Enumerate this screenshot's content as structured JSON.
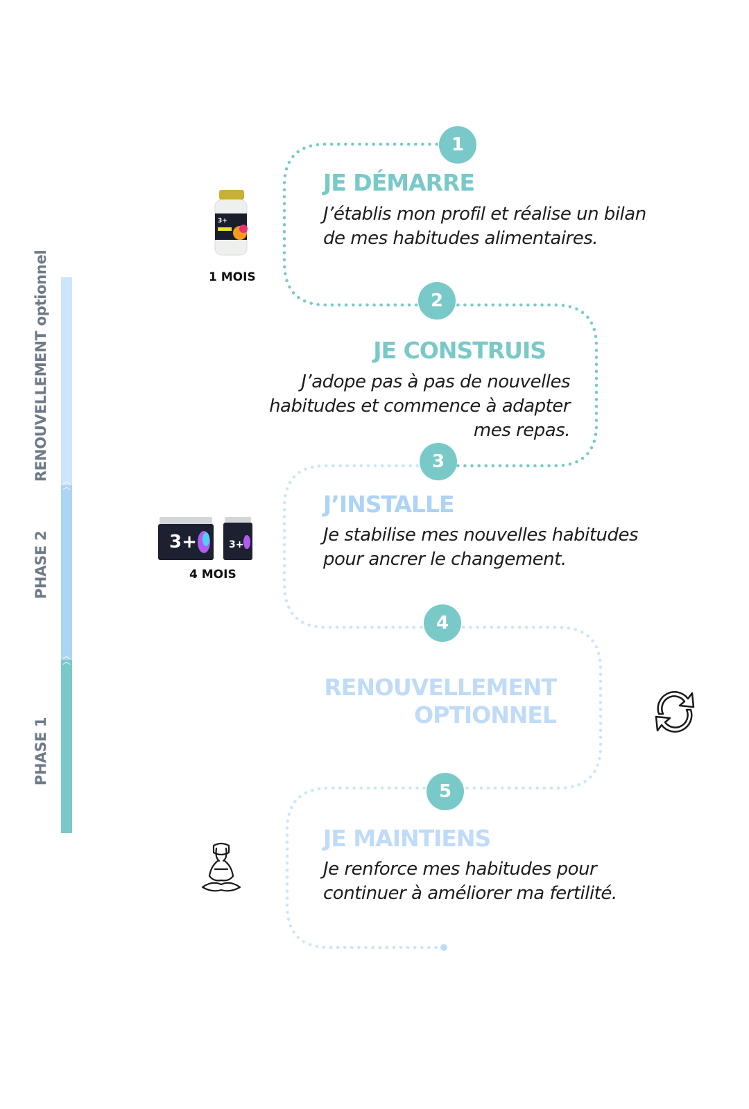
{
  "steps": [
    {
      "number": "1",
      "title": "JE DÉMARRE",
      "desc_lines": [
        "J’établis mon profil et réalise un bilan",
        "de mes habitudes alimentaires."
      ]
    },
    {
      "number": "2",
      "title": "JE CONSTRUIS",
      "desc_lines": [
        "J’adope pas à pas de nouvelles",
        "habitudes et commence à adapter",
        "mes repas."
      ]
    },
    {
      "number": "3",
      "title": "J’INSTALLE",
      "desc_lines": [
        "Je stabilise mes nouvelles habitudes",
        "pour ancrer le changement."
      ]
    },
    {
      "number": "4",
      "title_lines": [
        "RENOUVELLEMENT",
        "OPTIONNEL"
      ]
    },
    {
      "number": "5",
      "title": "JE MAINTIENS",
      "desc_lines": [
        "Je renforce mes habitudes pour",
        "continuer à améliorer ma fertilité."
      ]
    }
  ],
  "phases": {
    "renewal": "RENOUVELLEMENT optionnel",
    "phase2": "PHASE 2",
    "phase1": "PHASE 1"
  },
  "products": {
    "one_month": "1 MOIS",
    "four_months": "4 MOIS",
    "jar_logo": "3+"
  },
  "colors": {
    "teal": "#79c9c9",
    "light_blue": "#bfdbf7",
    "mid_blue": "#add3f5",
    "pale_blue": "#cce5fb"
  },
  "icons": [
    "bottle-icon",
    "jar-icon",
    "refresh-icon",
    "meditating-person-icon"
  ]
}
